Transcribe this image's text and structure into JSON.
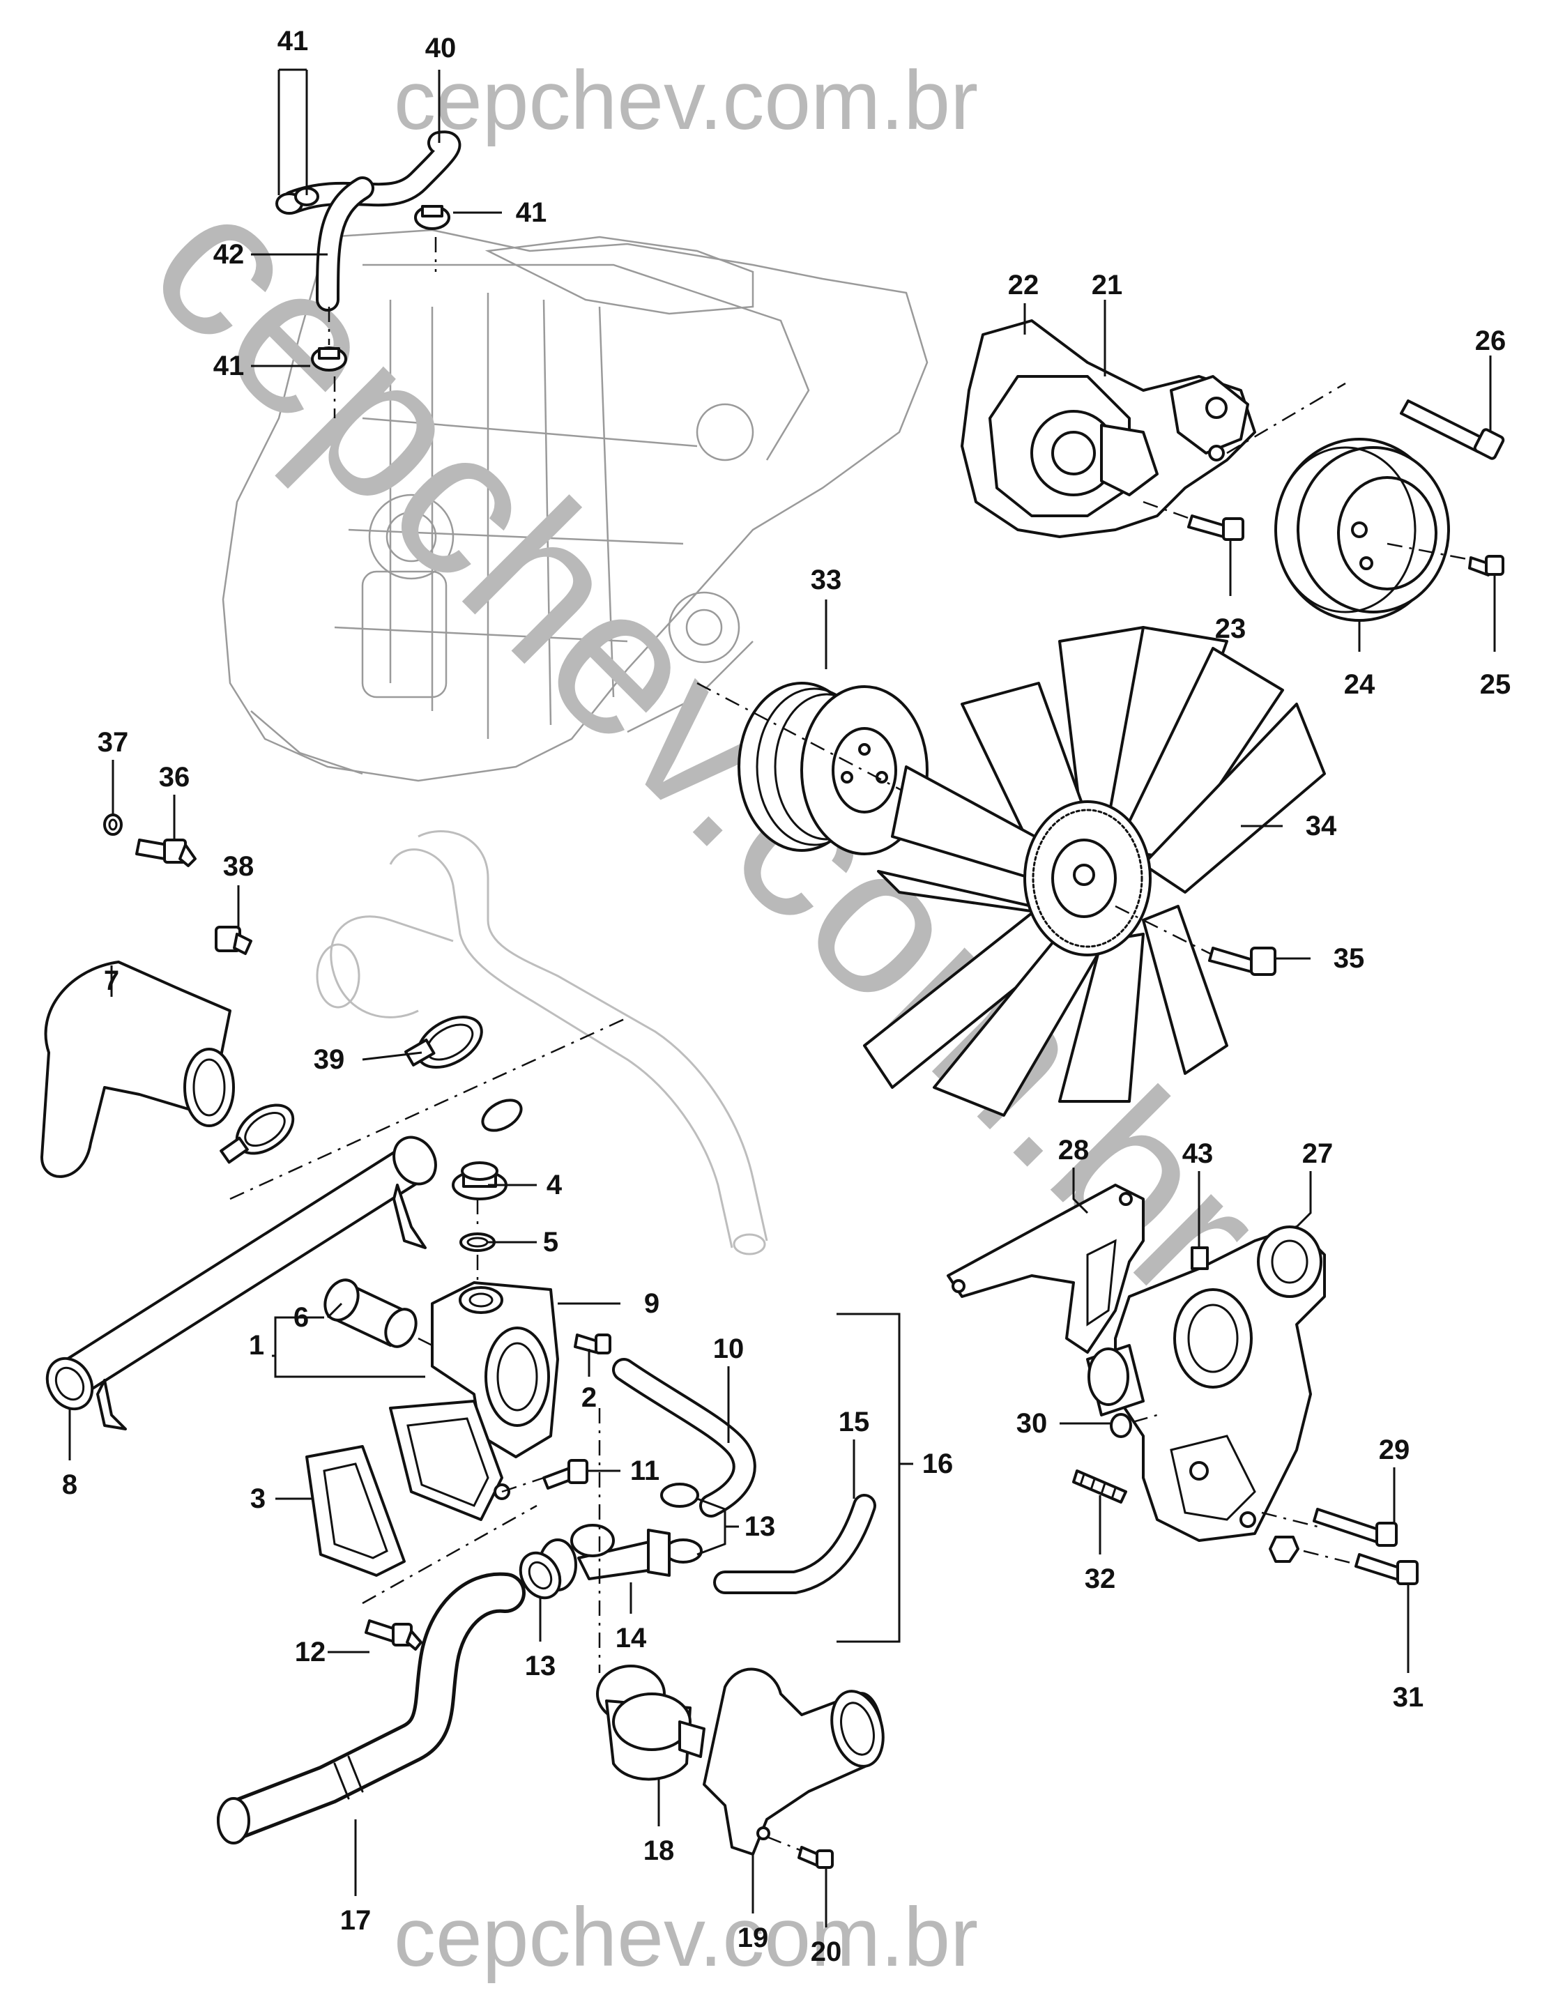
{
  "watermark": {
    "top": "cepchev.com.br",
    "diagonal": "cepchev.com.br",
    "bottom": "cepchev.com.br"
  },
  "callouts": [
    {
      "id": "41a",
      "label": "41"
    },
    {
      "id": "40",
      "label": "40"
    },
    {
      "id": "41b",
      "label": "41"
    },
    {
      "id": "42",
      "label": "42"
    },
    {
      "id": "41c",
      "label": "41"
    },
    {
      "id": "22",
      "label": "22"
    },
    {
      "id": "21",
      "label": "21"
    },
    {
      "id": "26",
      "label": "26"
    },
    {
      "id": "23",
      "label": "23"
    },
    {
      "id": "24",
      "label": "24"
    },
    {
      "id": "25",
      "label": "25"
    },
    {
      "id": "33",
      "label": "33"
    },
    {
      "id": "34",
      "label": "34"
    },
    {
      "id": "35",
      "label": "35"
    },
    {
      "id": "37",
      "label": "37"
    },
    {
      "id": "36",
      "label": "36"
    },
    {
      "id": "38",
      "label": "38"
    },
    {
      "id": "7",
      "label": "7"
    },
    {
      "id": "39",
      "label": "39"
    },
    {
      "id": "4",
      "label": "4"
    },
    {
      "id": "5",
      "label": "5"
    },
    {
      "id": "9",
      "label": "9"
    },
    {
      "id": "6",
      "label": "6"
    },
    {
      "id": "1",
      "label": "1"
    },
    {
      "id": "2",
      "label": "2"
    },
    {
      "id": "10",
      "label": "10"
    },
    {
      "id": "8",
      "label": "8"
    },
    {
      "id": "3",
      "label": "3"
    },
    {
      "id": "11",
      "label": "11"
    },
    {
      "id": "13a",
      "label": "13"
    },
    {
      "id": "14",
      "label": "14"
    },
    {
      "id": "15",
      "label": "15"
    },
    {
      "id": "16",
      "label": "16"
    },
    {
      "id": "12",
      "label": "12"
    },
    {
      "id": "13b",
      "label": "13"
    },
    {
      "id": "17",
      "label": "17"
    },
    {
      "id": "18",
      "label": "18"
    },
    {
      "id": "19",
      "label": "19"
    },
    {
      "id": "20",
      "label": "20"
    },
    {
      "id": "28",
      "label": "28"
    },
    {
      "id": "43",
      "label": "43"
    },
    {
      "id": "27",
      "label": "27"
    },
    {
      "id": "30",
      "label": "30"
    },
    {
      "id": "29",
      "label": "29"
    },
    {
      "id": "32",
      "label": "32"
    },
    {
      "id": "31",
      "label": "31"
    }
  ]
}
